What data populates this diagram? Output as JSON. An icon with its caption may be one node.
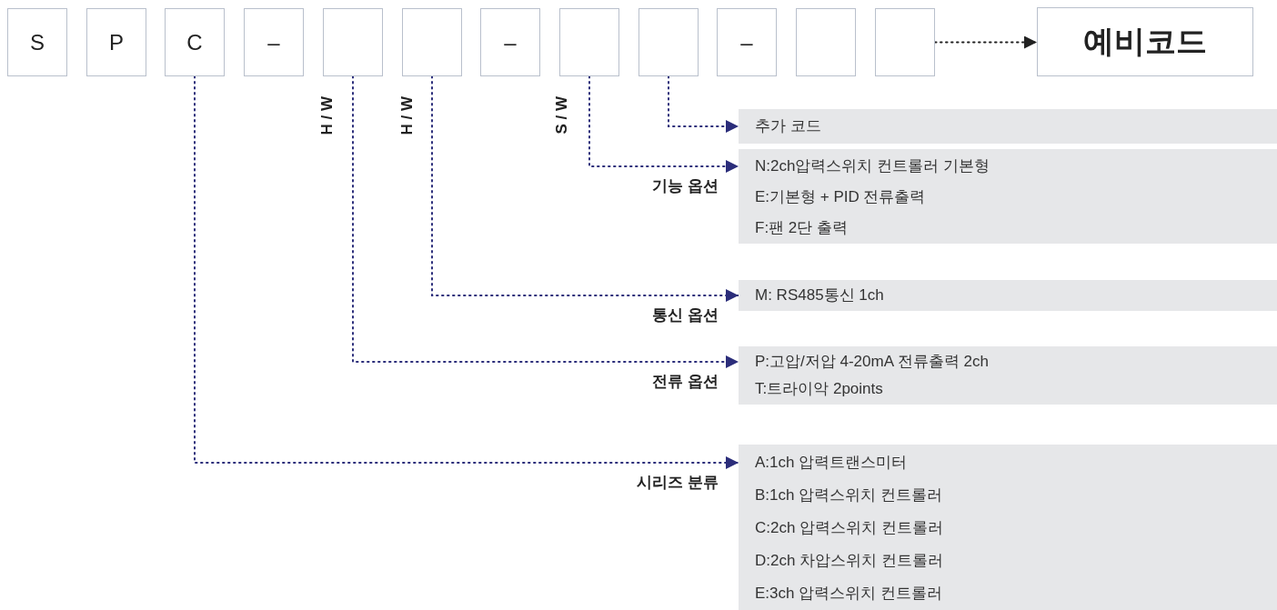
{
  "diagram": {
    "nodes": [
      {
        "text": [
          "S"
        ]
      },
      {
        "text": [
          "P"
        ]
      },
      {
        "text": [
          "C"
        ]
      },
      {
        "text": [
          "–"
        ]
      },
      {
        "text": [],
        "shape": "box"
      },
      {
        "text": [],
        "shape": "box"
      },
      {
        "text": [
          "–"
        ]
      },
      {
        "text": [],
        "shape": "box"
      },
      {
        "text": [],
        "shape": "box"
      },
      {
        "text": [
          "–"
        ]
      },
      {
        "text": [],
        "shape": "box"
      },
      {
        "text": [],
        "shape": "box"
      },
      {
        "text": [
          "예비코드"
        ]
      },
      {
        "text": [
          "추가 코드"
        ]
      },
      {
        "text": [
          "N:2ch압력스위치 컨트롤러 기본형",
          "E:기본형 + PID 전류출력",
          "F:팬 2단 출력"
        ],
        "beside": [
          "기능 옵션"
        ]
      },
      {
        "text": [
          "M: RS485통신 1ch"
        ],
        "beside": [
          "통신 옵션"
        ]
      },
      {
        "text": [
          "P:고압/저압 4-20mA 전류출력 2ch",
          "T:트라이악 2points"
        ],
        "beside": [
          "전류 옵션"
        ]
      },
      {
        "text": [
          "A:1ch 압력트랜스미터",
          "B:1ch 압력스위치 컨트롤러",
          "C:2ch 압력스위치 컨트롤러",
          "D:2ch 차압스위치 컨트롤러",
          "E:3ch 압력스위치 컨트롤러"
        ],
        "beside": [
          "시리즈 분류"
        ]
      }
    ],
    "edges": [
      {
        "from": 11,
        "to": 12,
        "arrow": "to",
        "color": "#222222"
      },
      {
        "from": 8,
        "to": 13,
        "arrow": "to"
      },
      {
        "from": 7,
        "to": 14,
        "arrow": "to"
      },
      {
        "from": 5,
        "to": 15,
        "arrow": "to"
      },
      {
        "from": 4,
        "to": 16,
        "arrow": "to"
      },
      {
        "from": 2,
        "to": 17,
        "arrow": "to"
      }
    ],
    "labels": [
      "H / W",
      "H / W",
      "S / W"
    ]
  }
}
